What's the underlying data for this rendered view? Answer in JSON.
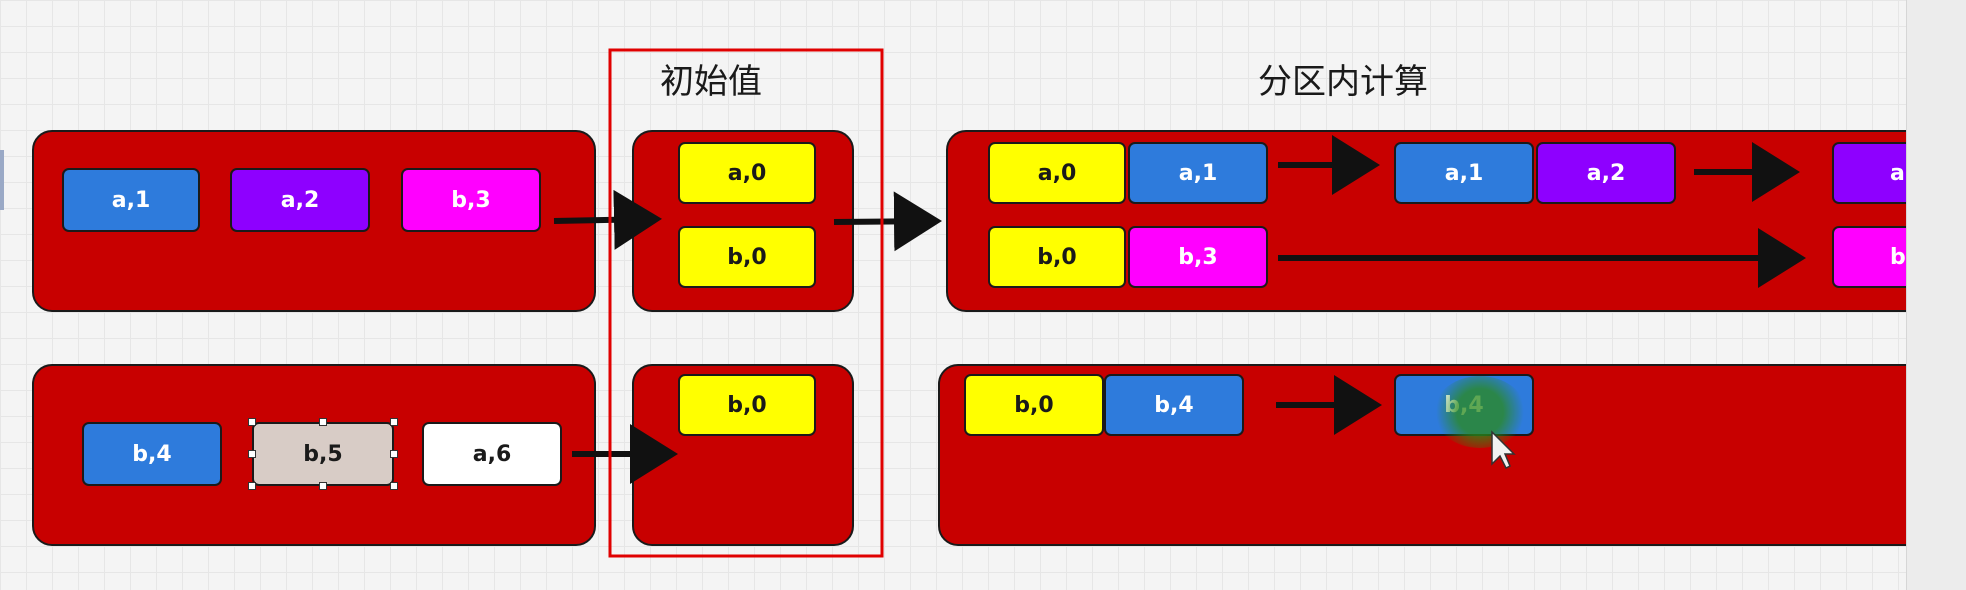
{
  "titles": {
    "initial_value": "初始值",
    "intra_partition": "分区内计算"
  },
  "colors": {
    "panel": "#c80000",
    "blue": "#2e7bdc",
    "purple": "#8e00ff",
    "magenta": "#ff00ff",
    "yellow": "#ffff00",
    "gray": "#d8ccc6",
    "white": "#ffffff",
    "highlight_box": "#e00000",
    "green_cursor": "#2a8a1a"
  },
  "partition1": {
    "items": [
      {
        "text": "a,1",
        "color": "blue"
      },
      {
        "text": "a,2",
        "color": "purple"
      },
      {
        "text": "b,3",
        "color": "magenta"
      }
    ],
    "initial": [
      {
        "text": "a,0",
        "color": "yellow"
      },
      {
        "text": "b,0",
        "color": "yellow"
      }
    ],
    "compute_row1": [
      {
        "text": "a,0",
        "color": "yellow"
      },
      {
        "text": "a,1",
        "color": "blue"
      },
      {
        "text": "a,1",
        "color": "blue"
      },
      {
        "text": "a,2",
        "color": "purple"
      },
      {
        "text": "a,",
        "color": "purple"
      }
    ],
    "compute_row2": [
      {
        "text": "b,0",
        "color": "yellow"
      },
      {
        "text": "b,3",
        "color": "magenta"
      },
      {
        "text": "b,",
        "color": "magenta"
      }
    ]
  },
  "partition2": {
    "items": [
      {
        "text": "b,4",
        "color": "blue"
      },
      {
        "text": "b,5",
        "color": "gray"
      },
      {
        "text": "a,6",
        "color": "white"
      }
    ],
    "initial": [
      {
        "text": "b,0",
        "color": "yellow"
      }
    ],
    "compute_row1": [
      {
        "text": "b,0",
        "color": "yellow"
      },
      {
        "text": "b,4",
        "color": "blue"
      },
      {
        "text": "b,4",
        "color": "blue"
      }
    ]
  }
}
